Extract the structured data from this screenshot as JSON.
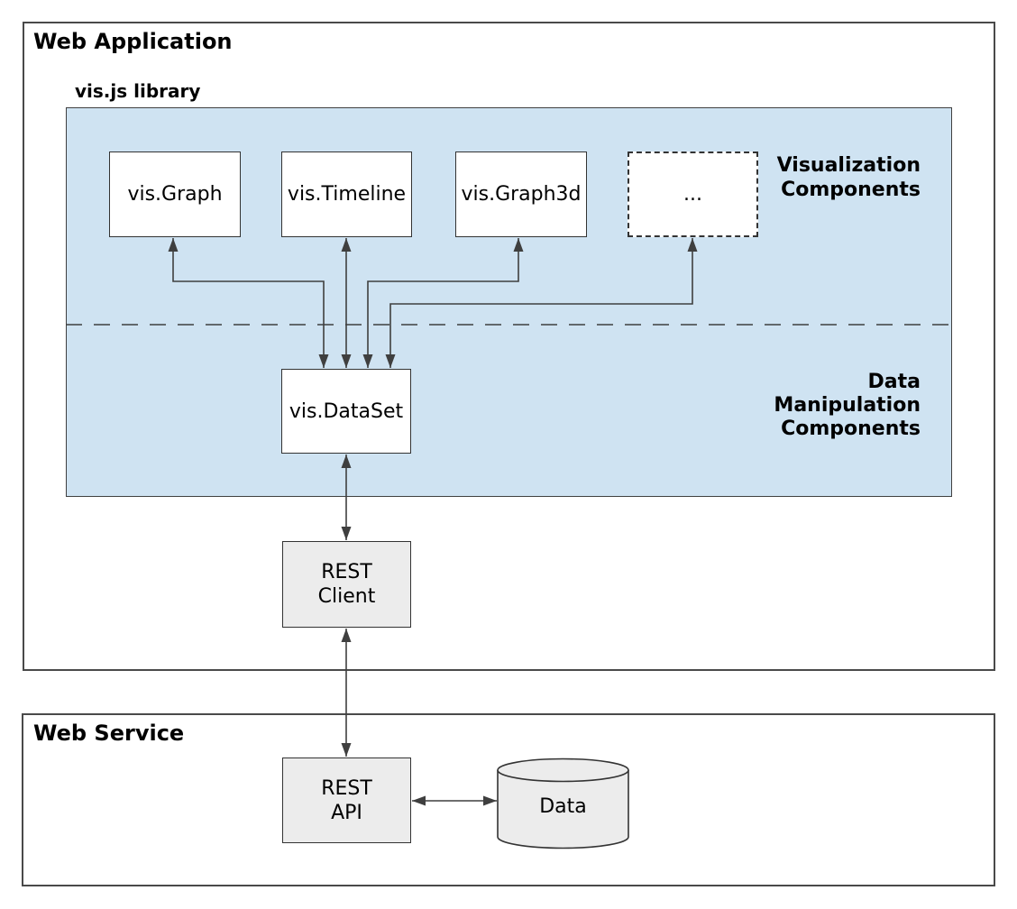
{
  "colors": {
    "library_background": "#cfe3f2",
    "component_box_fill": "#ffffff",
    "service_box_fill": "#ececec",
    "connector": "#3f3f3f",
    "box_border": "#333333",
    "outer_border": "#4a4a4a",
    "text": "#000000"
  },
  "web_application": {
    "title": "Web Application"
  },
  "library": {
    "title": "vis.js library",
    "components": [
      {
        "label": "vis.Graph"
      },
      {
        "label": "vis.Timeline"
      },
      {
        "label": "vis.Graph3d"
      },
      {
        "label": "..."
      }
    ],
    "sections": {
      "visualization": {
        "line1": "Visualization",
        "line2": "Components"
      },
      "data_manipulation": {
        "line1": "Data",
        "line2": "Manipulation",
        "line3": "Components"
      }
    },
    "dataset": {
      "label": "vis.DataSet"
    }
  },
  "rest_client": {
    "line1": "REST",
    "line2": "Client"
  },
  "web_service": {
    "title": "Web Service",
    "rest_api": {
      "line1": "REST",
      "line2": "API"
    },
    "data_store": {
      "label": "Data"
    }
  }
}
